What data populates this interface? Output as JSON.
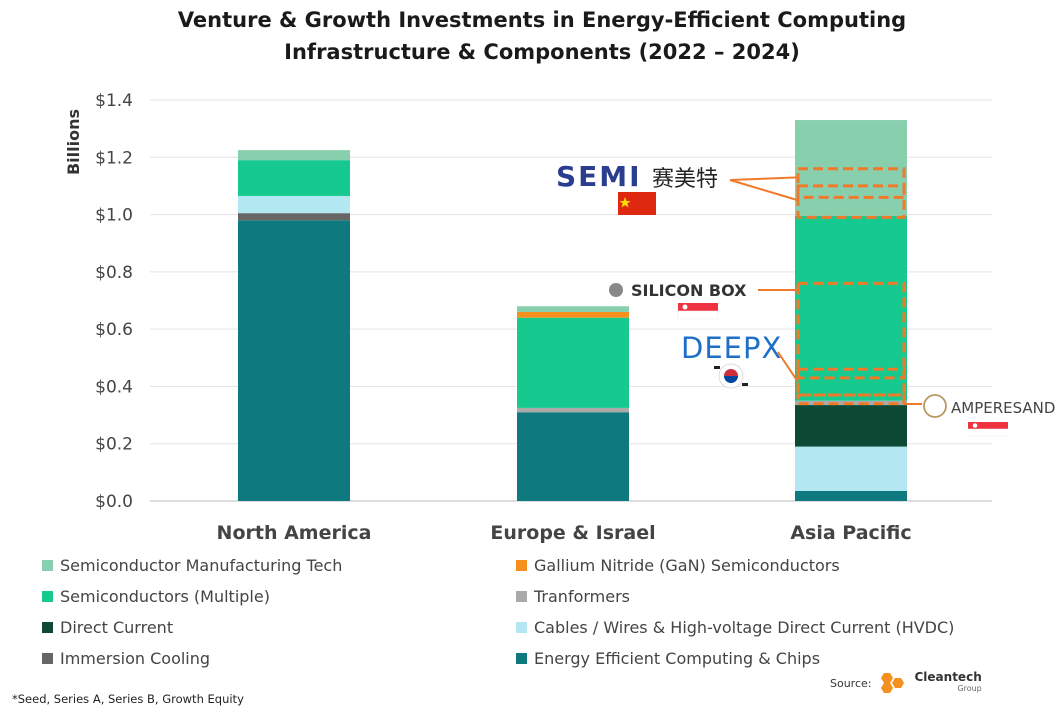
{
  "chart_data": {
    "type": "bar",
    "stacked": true,
    "title": "Venture & Growth Investments in Energy-Efficient Computing Infrastructure & Components (2022 – 2024)",
    "title_lines": [
      "Venture & Growth Investments in Energy-Efficient Computing",
      "Infrastructure & Components (2022 – 2024)"
    ],
    "ylabel": "Billions",
    "xlabel": "",
    "ylim": [
      0,
      1.4
    ],
    "yticks": [
      {
        "value": 0.0,
        "label": "$0.0"
      },
      {
        "value": 0.2,
        "label": "$0.2"
      },
      {
        "value": 0.4,
        "label": "$0.4"
      },
      {
        "value": 0.6,
        "label": "$0.6"
      },
      {
        "value": 0.8,
        "label": "$0.8"
      },
      {
        "value": 1.0,
        "label": "$1.0"
      },
      {
        "value": 1.2,
        "label": "$1.2"
      },
      {
        "value": 1.4,
        "label": "$1.4"
      }
    ],
    "grid": true,
    "legend_placement": "bottom",
    "categories": [
      "North America",
      "Europe & Israel",
      "Asia Pacific"
    ],
    "series": [
      {
        "name": "Energy Efficient Computing & Chips",
        "color": "#0e7a7f",
        "values": [
          0.98,
          0.31,
          0.035
        ]
      },
      {
        "name": "Cables / Wires & High-voltage Direct Current (HVDC)",
        "color": "#b3e8f2",
        "values": [
          0.0,
          0.0,
          0.155
        ]
      },
      {
        "name": "Direct Current",
        "color": "#0c4a35",
        "values": [
          0.0,
          0.0,
          0.145
        ]
      },
      {
        "name": "Tranformers",
        "color": "#aaaaaa",
        "values": [
          0.0,
          0.015,
          0.015
        ]
      },
      {
        "name": "Immersion Cooling",
        "color": "#666666",
        "values": [
          0.025,
          0.0,
          0.0
        ]
      },
      {
        "name": "Semiconductors (Multiple)",
        "color": "#16c98f",
        "values": [
          0.0,
          0.315,
          0.645
        ]
      },
      {
        "name": "Cables / Wires & High-voltage Direct Current (HVDC)",
        "color": "#b3e8f2",
        "values": [
          0.06,
          0.0,
          0.0
        ]
      },
      {
        "name": "Semiconductors (Multiple)",
        "color": "#16c98f",
        "values": [
          0.125,
          0.0,
          0.0
        ]
      },
      {
        "name": "Gallium Nitride (GaN) Semiconductors",
        "color": "#f5901e",
        "values": [
          0.0,
          0.02,
          0.0
        ]
      },
      {
        "name": "Semiconductor Manufacturing Tech",
        "color": "#88cfae",
        "values": [
          0.035,
          0.02,
          0.335
        ]
      }
    ],
    "legend": [
      {
        "name": "Semiconductor Manufacturing Tech",
        "color": "#88cfae"
      },
      {
        "name": "Gallium Nitride (GaN) Semiconductors",
        "color": "#f5901e"
      },
      {
        "name": "Semiconductors (Multiple)",
        "color": "#16c98f"
      },
      {
        "name": "Tranformers",
        "color": "#aaaaaa"
      },
      {
        "name": "Direct Current",
        "color": "#0c4a35"
      },
      {
        "name": "Cables / Wires & High-voltage Direct Current (HVDC)",
        "color": "#b3e8f2"
      },
      {
        "name": "Immersion Cooling",
        "color": "#666666"
      },
      {
        "name": "Energy Efficient Computing & Chips",
        "color": "#0e7a7f"
      }
    ],
    "annotations": [
      {
        "label": "SEMI 赛美特",
        "logo_text": "SEMI",
        "suffix": "赛美特",
        "flag": "china-flag",
        "category": "Asia Pacific",
        "range": [
          0.99,
          1.16
        ],
        "sub_ranges": [
          [
            0.99,
            1.1
          ],
          [
            1.06,
            1.16
          ]
        ]
      },
      {
        "label": "SILICON BOX",
        "flag": "singapore-flag",
        "category": "Asia Pacific",
        "range": [
          0.43,
          0.76
        ]
      },
      {
        "label": "DEEPX",
        "flag": "south-korea-flag",
        "category": "Asia Pacific",
        "range": [
          0.37,
          0.46
        ]
      },
      {
        "label": "AMPERESAND",
        "flag": "singapore-flag",
        "category": "Asia Pacific",
        "range": [
          0.34,
          0.37
        ]
      }
    ],
    "highlight_color": "#f07a2a"
  },
  "footnote": "*Seed, Series A, Series B, Growth Equity",
  "source": {
    "label": "Source:",
    "brand": "Cleantech",
    "brand_sub": "Group"
  }
}
